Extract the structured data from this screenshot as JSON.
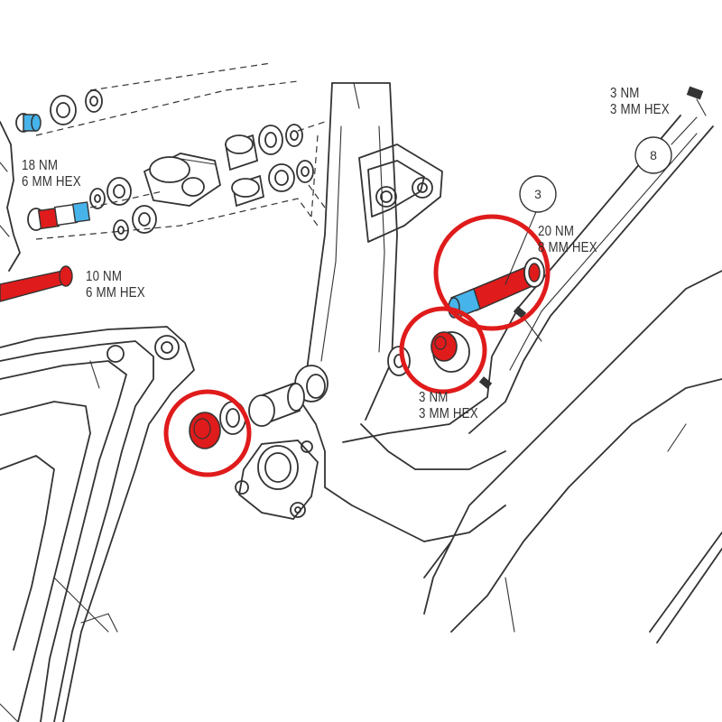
{
  "labels": {
    "bolt_top_right": {
      "torque": "3 NM",
      "tool": "3 MM HEX"
    },
    "bolt_upper_left": {
      "torque": "18 NM",
      "tool": "6 MM HEX"
    },
    "axle_left": {
      "torque": "10 NM",
      "tool": "6 MM HEX"
    },
    "pivot_bolt": {
      "torque": "20 NM",
      "tool": "8 MM HEX"
    },
    "small_bolt_center": {
      "torque": "3 NM",
      "tool": "3 MM HEX"
    }
  },
  "callouts": {
    "pivot_bolt": "3",
    "top_bolt": "8"
  },
  "colors": {
    "highlight_red": "#e01b1b",
    "thread_blue": "#46b4ea",
    "line": "#333333",
    "background": "#ffffff"
  }
}
